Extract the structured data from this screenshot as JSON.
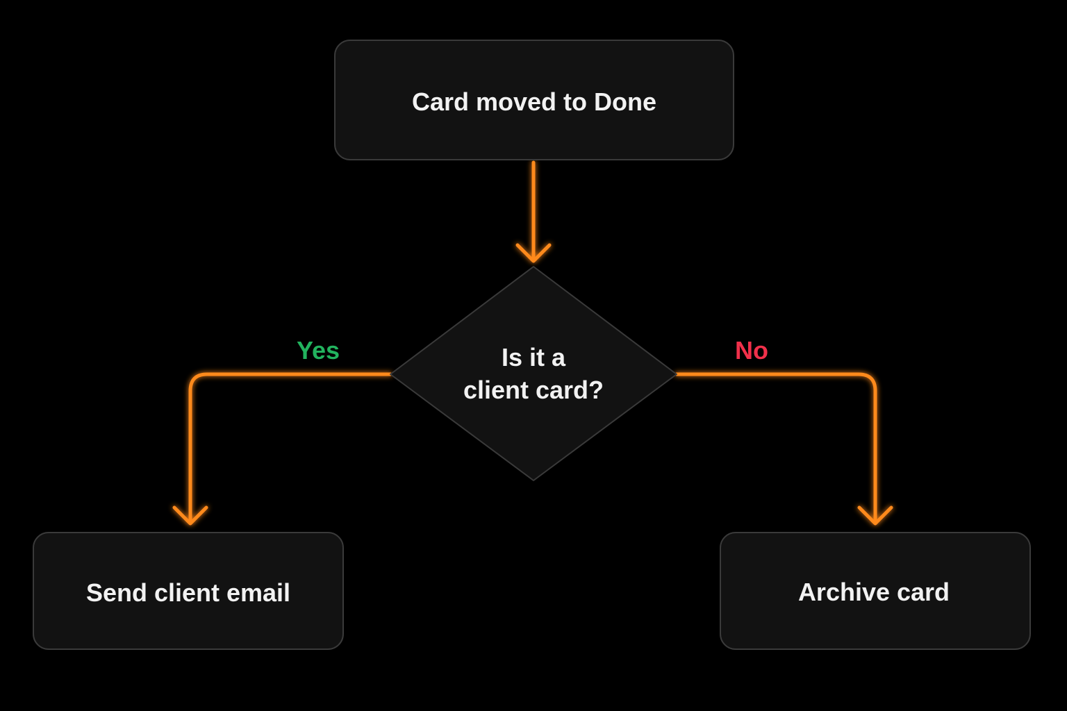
{
  "nodes": {
    "start": {
      "label": "Card moved to Done"
    },
    "decision": {
      "line1": "Is it a",
      "line2": "client card?"
    },
    "yes_action": {
      "label": "Send client email"
    },
    "no_action": {
      "label": "Archive card"
    }
  },
  "branches": {
    "yes": {
      "label": "Yes"
    },
    "no": {
      "label": "No"
    }
  },
  "colors": {
    "background": "#000000",
    "node_fill": "#121212",
    "node_border": "#3a3a3a",
    "connector": "#ff8a1a",
    "yes": "#22b35e",
    "no": "#f0304a",
    "text": "#f2f2f2"
  }
}
